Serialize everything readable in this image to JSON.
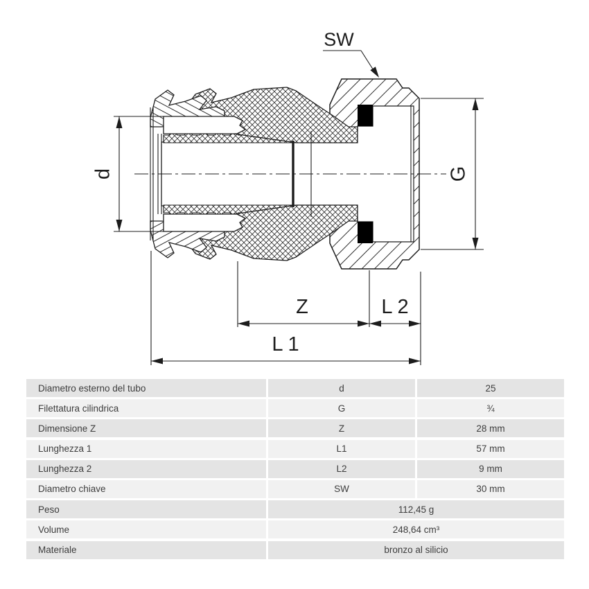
{
  "theme": {
    "line_color": "#1c1c1c",
    "seal_color": "#000000",
    "row_dark": "#e4e4e4",
    "row_light": "#f1f1f1",
    "text_color": "#3d3d3d"
  },
  "drawing": {
    "labels": {
      "d": "d",
      "g": "G",
      "sw": "SW",
      "z": "Z",
      "l1": "L 1",
      "l2": "L 2"
    }
  },
  "table": {
    "rows": [
      {
        "label": "Diametro esterno del tubo",
        "symbol": "d",
        "value": "25"
      },
      {
        "label": "Filettatura cilindrica",
        "symbol": "G",
        "value": "¾"
      },
      {
        "label": "Dimensione Z",
        "symbol": "Z",
        "value": "28 mm"
      },
      {
        "label": "Lunghezza 1",
        "symbol": "L1",
        "value": "57 mm"
      },
      {
        "label": "Lunghezza 2",
        "symbol": "L2",
        "value": "9 mm"
      },
      {
        "label": "Diametro chiave",
        "symbol": "SW",
        "value": "30 mm"
      },
      {
        "label": "Peso",
        "value": "112,45 g"
      },
      {
        "label": "Volume",
        "value": "248,64 cm³"
      },
      {
        "label": "Materiale",
        "value": "bronzo al silicio"
      }
    ]
  }
}
